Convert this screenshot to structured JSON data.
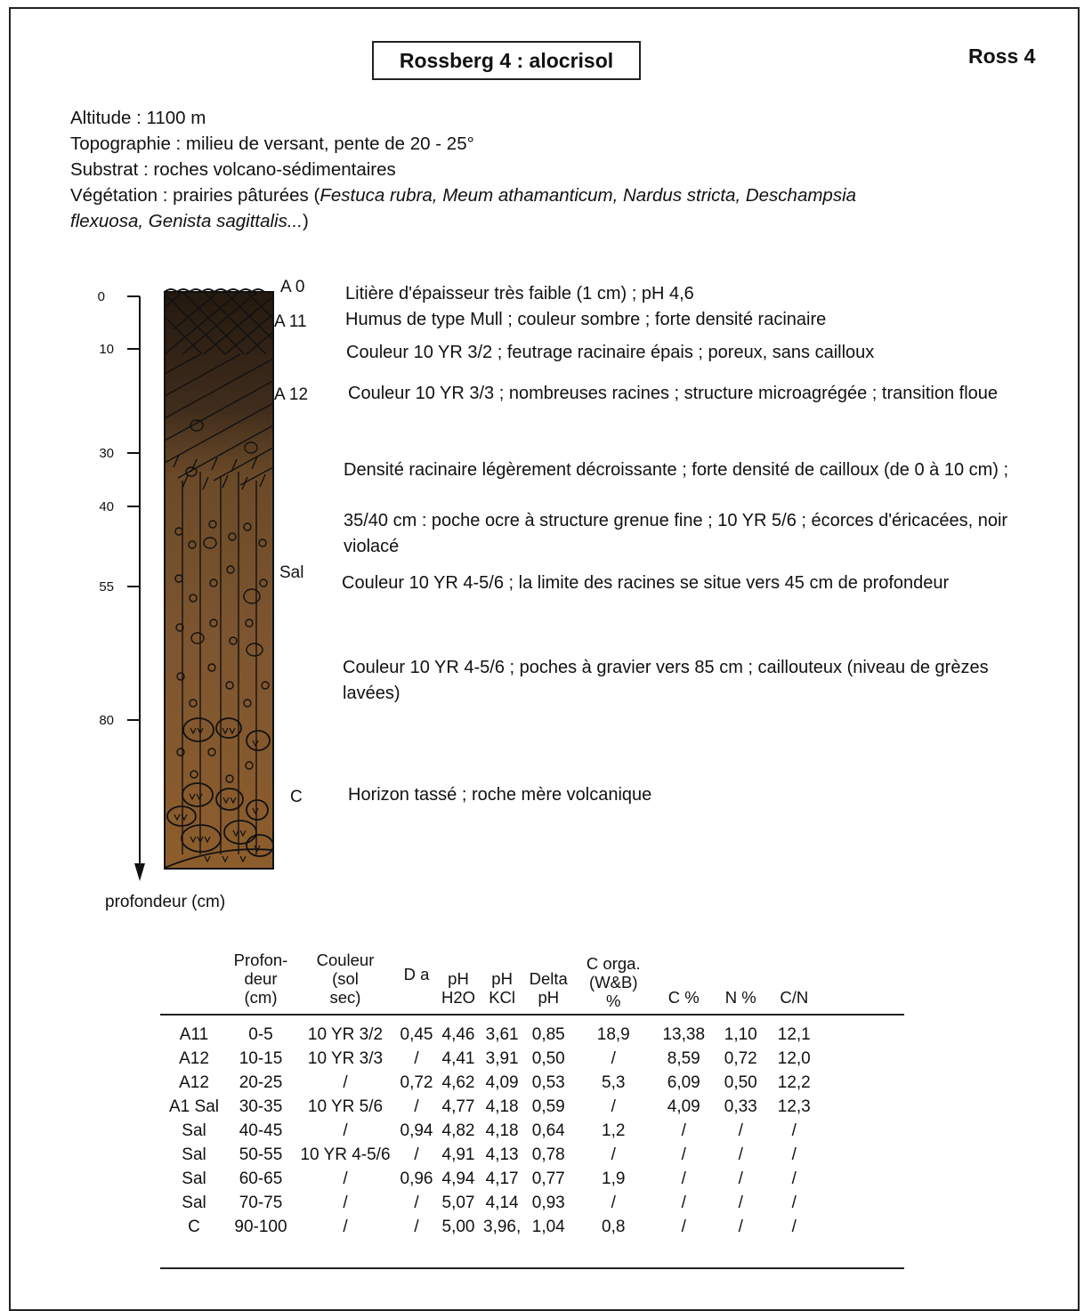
{
  "header": {
    "title": "Rossberg 4 : alocrisol",
    "code": "Ross 4"
  },
  "site": {
    "altitude": "Altitude : 1100 m",
    "topographie": "Topographie : milieu de versant, pente de 20 - 25°",
    "substrat": "Substrat : roches volcano-sédimentaires",
    "vegetation_prefix": "Végétation : prairies pâturées (",
    "vegetation_species_1": "Festuca rubra, Meum athamanticum, Nardus stricta, Deschampsia",
    "vegetation_species_2": "flexuosa, Genista sagittalis...",
    "vegetation_suffix": ")"
  },
  "profile": {
    "depth_ticks": [
      "0",
      "10",
      "30",
      "40",
      "55",
      "80"
    ],
    "axis_label": "profondeur (cm)",
    "horizons": [
      "A 0",
      "A 11",
      "A 12",
      "Sal",
      "C"
    ],
    "descriptions": [
      "Litière d'épaisseur très faible (1 cm) ; pH 4,6",
      "Humus de type Mull ; couleur sombre ; forte densité racinaire",
      "Couleur 10 YR 3/2 ; feutrage racinaire épais ; poreux, sans cailloux",
      "Couleur 10 YR 3/3 ; nombreuses racines ; structure microagrégée ; transition  floue",
      "Densité racinaire légèrement décroissante ; forte densité de cailloux (de 0 à 10 cm) ;",
      "35/40 cm : poche ocre à structure grenue fine ; 10 YR 5/6 ; écorces d'éricacées, noir violacé",
      "Couleur 10 YR 4-5/6 ; la limite des racines se situe vers 45 cm de profondeur",
      "Couleur 10 YR 4-5/6 ; poches à gravier vers 85 cm ; caillouteux (niveau de grèzes lavées)",
      "Horizon tassé ; roche mère volcanique"
    ],
    "colors": {
      "top": "#2b1f17",
      "middle": "#5a3e24",
      "bottom": "#8a5a2b"
    }
  },
  "table": {
    "headers": [
      "",
      "Profon-\ndeur\n(cm)",
      "Couleur\n(sol\nsec)",
      "D a",
      "pH\nH2O",
      "pH\nKCl",
      "Delta\npH",
      "C orga.\n(W&B)\n%",
      "C %",
      "N %",
      "C/N"
    ],
    "rows": [
      [
        "A11",
        "0-5",
        "10 YR 3/2",
        "0,45",
        "4,46",
        "3,61",
        "0,85",
        "18,9",
        "13,38",
        "1,10",
        "12,1"
      ],
      [
        "A12",
        "10-15",
        "10 YR 3/3",
        "/",
        "4,41",
        "3,91",
        "0,50",
        "/",
        "8,59",
        "0,72",
        "12,0"
      ],
      [
        "A12",
        "20-25",
        "/",
        "0,72",
        "4,62",
        "4,09",
        "0,53",
        "5,3",
        "6,09",
        "0,50",
        "12,2"
      ],
      [
        "A1 Sal",
        "30-35",
        "10 YR 5/6",
        "/",
        "4,77",
        "4,18",
        "0,59",
        "/",
        "4,09",
        "0,33",
        "12,3"
      ],
      [
        "Sal",
        "40-45",
        "/",
        "0,94",
        "4,82",
        "4,18",
        "0,64",
        "1,2",
        "/",
        "/",
        "/"
      ],
      [
        "Sal",
        "50-55",
        "10 YR 4-5/6",
        "/",
        "4,91",
        "4,13",
        "0,78",
        "/",
        "/",
        "/",
        "/"
      ],
      [
        "Sal",
        "60-65",
        "/",
        "0,96",
        "4,94",
        "4,17",
        "0,77",
        "1,9",
        "/",
        "/",
        "/"
      ],
      [
        "Sal",
        "70-75",
        "/",
        "/",
        "5,07",
        "4,14",
        "0,93",
        "/",
        "/",
        "/",
        "/"
      ],
      [
        "C",
        "90-100",
        "/",
        "/",
        "5,00",
        "3,96,",
        "1,04",
        "0,8",
        "/",
        "/",
        "/"
      ]
    ]
  }
}
